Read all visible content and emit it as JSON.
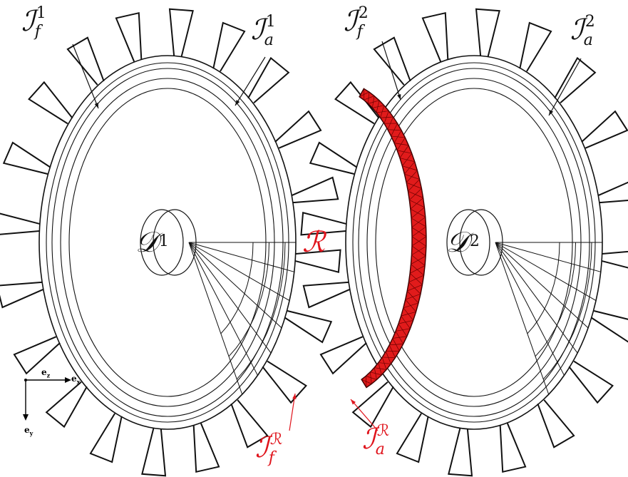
{
  "labels": {
    "if1": {
      "base": "ℐ",
      "sup": "1",
      "sub": "f"
    },
    "ia1": {
      "base": "ℐ",
      "sup": "1",
      "sub": "a"
    },
    "if2": {
      "base": "ℐ",
      "sup": "2",
      "sub": "f"
    },
    "ia2": {
      "base": "ℐ",
      "sup": "2",
      "sub": "a"
    },
    "d1": {
      "base": "𝒟",
      "sup": "1"
    },
    "d2": {
      "base": "𝒟",
      "sup": "2"
    },
    "r": {
      "base": "ℛ"
    },
    "ifr": {
      "base": "ℐ",
      "sup": "ℛ",
      "sub": "f"
    },
    "iar": {
      "base": "ℐ",
      "sup": "ℛ",
      "sub": "a"
    }
  },
  "axes": {
    "ez": {
      "base": "e",
      "sub": "z"
    },
    "ex": {
      "base": "e",
      "sub": "x"
    },
    "ey": {
      "base": "e",
      "sub": "y"
    }
  },
  "colors": {
    "line": "#111111",
    "accent": "#e0141c",
    "ring_fill": "#e11b1b",
    "ring_mesh": "#6b0000"
  }
}
